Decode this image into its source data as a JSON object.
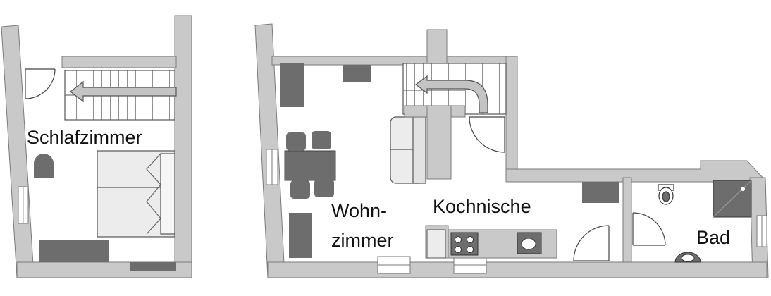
{
  "colors": {
    "wall": "#c9c9c9",
    "wall_stroke": "#7a7a7a",
    "furniture_dark": "#6d6d6d",
    "furniture_light": "#ececec",
    "arrow": "#c4c4c4",
    "line": "#444444",
    "background": "#ffffff"
  },
  "rooms": {
    "schlafzimmer": {
      "label": "Schlafzimmer"
    },
    "wohnzimmer": {
      "line1": "Wohn-",
      "line2": "zimmer"
    },
    "kochnische": {
      "label": "Kochnische"
    },
    "bad": {
      "label": "Bad"
    }
  },
  "icons": [
    "staircase-icon",
    "arrow-icon",
    "door-icon",
    "bed-icon",
    "sofa-icon",
    "dining-table-icon",
    "chair-icon",
    "stove-icon",
    "sink-icon",
    "shower-icon",
    "toilet-icon",
    "washbasin-icon",
    "window-icon"
  ]
}
